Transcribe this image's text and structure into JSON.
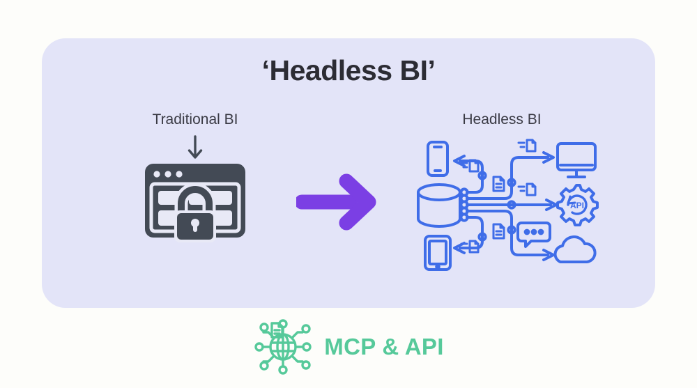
{
  "page": {
    "background_color": "#FDFDFA"
  },
  "card": {
    "background_color": "#E3E4F8",
    "title": "‘Headless BI’"
  },
  "left_panel": {
    "label": "Traditional BI",
    "icon_name": "locked-dashboard-icon",
    "icon_color": "#434A55",
    "arrow_icon_name": "down-arrow-icon"
  },
  "transition": {
    "arrow_icon_name": "right-arrow-icon",
    "arrow_color": "#7B3FE4"
  },
  "right_panel": {
    "label": "Headless BI",
    "line_color": "#3F6DE8",
    "diagram": {
      "source_name": "database-cylinder",
      "api_gear_label": "API",
      "endpoints": [
        {
          "name": "smartphone",
          "position": "top-left"
        },
        {
          "name": "tablet",
          "position": "bottom-left"
        },
        {
          "name": "desktop-monitor",
          "position": "top-right"
        },
        {
          "name": "api-gear",
          "position": "middle-right"
        },
        {
          "name": "cloud",
          "position": "bottom-right"
        }
      ],
      "flow_icons": [
        {
          "name": "document",
          "position": "top-left-path"
        },
        {
          "name": "document",
          "position": "bottom-left-path"
        },
        {
          "name": "document",
          "position": "center-upper"
        },
        {
          "name": "document",
          "position": "center-lower"
        },
        {
          "name": "document",
          "position": "top-right-path"
        },
        {
          "name": "document",
          "position": "middle-right-path"
        },
        {
          "name": "chat-bubble",
          "position": "bottom-right-path"
        }
      ]
    }
  },
  "footer": {
    "text": "MCP & API",
    "text_color": "#56C99A",
    "icon_name": "network-globe-icon"
  }
}
